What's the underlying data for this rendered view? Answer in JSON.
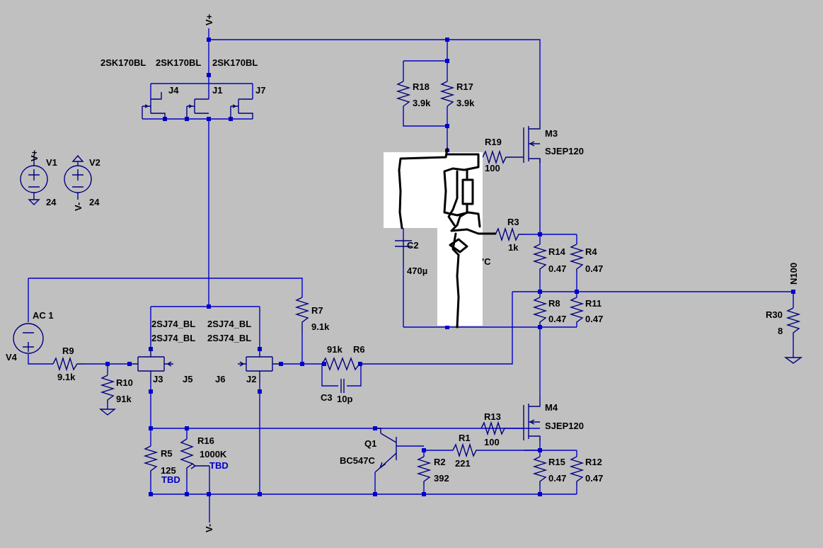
{
  "colors": {
    "background": "#c0c0c0",
    "wire": "#0000cc",
    "symbol": "#000080",
    "text": "#000000",
    "annotation": "#0000cc"
  },
  "labels": {
    "vplus_top": "V+",
    "vminus_bot": "V-",
    "n100": "N100",
    "j4_model": "2SK170BL",
    "j1_model": "2SK170BL",
    "j7_model": "2SK170BL",
    "j4": "J4",
    "j1": "J1",
    "j7": "J7",
    "v1": "V1",
    "v1_val": "24",
    "v1_net": "V+",
    "v2": "V2",
    "v2_val": "24",
    "v2_net": "V-",
    "r18": "R18",
    "r18_val": "3.9k",
    "r17": "R17",
    "r17_val": "3.9k",
    "r19": "R19",
    "r19_val": "100",
    "m3": "M3",
    "m3_model": "SJEP120",
    "r3": "R3",
    "r3_val": "1k",
    "c2": "C2",
    "c2_val": "470µ",
    "frag_c": "'C",
    "r14": "R14",
    "r14_val": "0.47",
    "r4": "R4",
    "r4_val": "0.47",
    "r8": "R8",
    "r8_val": "0.47",
    "r11": "R11",
    "r11_val": "0.47",
    "r30": "R30",
    "r30_val": "8",
    "ac1": "AC 1",
    "v4": "V4",
    "r9": "R9",
    "r9_val": "9.1k",
    "r10": "R10",
    "r10_val": "91k",
    "r7": "R7",
    "r7_val": "9.1k",
    "j3_model1": "2SJ74_BL",
    "j3_model2": "2SJ74_BL",
    "j2_model1": "2SJ74_BL",
    "j2_model2": "2SJ74_BL",
    "j3": "J3",
    "j5": "J5",
    "j6": "J6",
    "j2": "J2",
    "r6": "R6",
    "r6_val": "91k",
    "c3": "C3",
    "c3_val": "10p",
    "m4": "M4",
    "m4_model": "SJEP120",
    "r13": "R13",
    "r13_val": "100",
    "q1": "Q1",
    "q1_model": "BC547C",
    "r1": "R1",
    "r1_val": "221",
    "r2": "R2",
    "r2_val": "392",
    "r15": "R15",
    "r15_val": "0.47",
    "r12": "R12",
    "r12_val": "0.47",
    "r5": "R5",
    "r5_val": "125",
    "r16": "R16",
    "r16_val": "1000K",
    "tbd1": "TBD",
    "tbd2": "TBD"
  }
}
